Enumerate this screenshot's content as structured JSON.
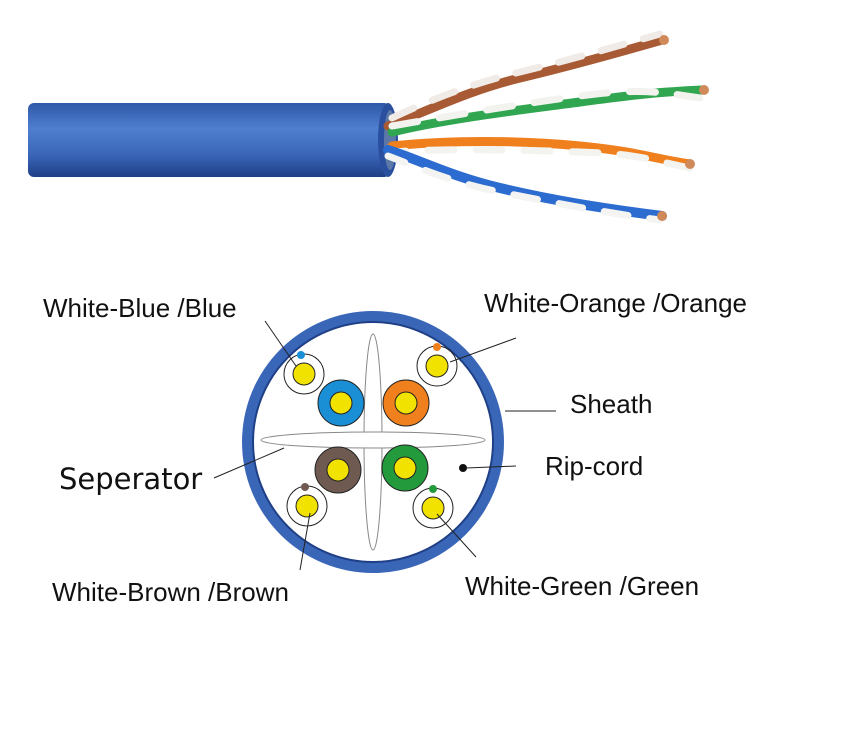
{
  "labels": {
    "white_blue": "White-Blue /Blue",
    "white_orange": "White-Orange /Orange",
    "sheath": "Sheath",
    "rip_cord": "Rip-cord",
    "separator": "Seperator",
    "white_brown": "White-Brown /Brown",
    "white_green": "White-Green /Green"
  },
  "colors": {
    "jacket_blue": "#3a66b8",
    "jacket_dark": "#1f3f86",
    "blue": "#1b8fd6",
    "orange": "#f07f1e",
    "brown": "#6e5a50",
    "green": "#239a3c",
    "conductor": "#f2e200",
    "copper": "#d08a5a"
  },
  "icons": {
    "cable": "twisted-pair-cable-photo",
    "cross_section": "cable-cross-section"
  }
}
